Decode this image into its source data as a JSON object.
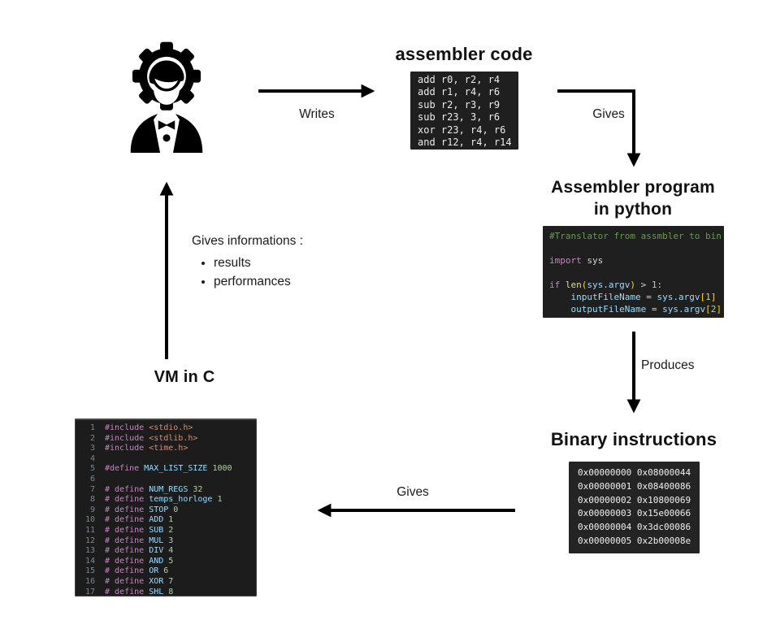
{
  "palette": {
    "comment": "#6A9955",
    "keyword": "#C586C0",
    "func": "#DCDCAA",
    "variable": "#9CDCFE",
    "number": "#B5CEA8",
    "string": "#CE9178",
    "plain": "#D4D4D4",
    "bracket": "#FFD700",
    "linenum": "#7d8590",
    "arrow": "#000000",
    "code_bg_dark": "#1f1f1f"
  },
  "nodes": {
    "developer": {
      "icon": "engineer-person-gear-icon"
    },
    "assembler_code": {
      "title": "assembler code",
      "lines": [
        "add r0, r2, r4",
        "add r1, r4, r6",
        "sub r2, r3, r9",
        "sub r23, 3, r6",
        "xor r23, r4, r6",
        "and r12, r4, r14"
      ]
    },
    "assembler_program": {
      "title": "Assembler program\nin python",
      "code": [
        {
          "toks": [
            [
              "#Translator from assmbler to bin",
              "comment"
            ]
          ]
        },
        {
          "toks": []
        },
        {
          "toks": [
            [
              "import",
              "keyword"
            ],
            [
              " sys",
              "plain"
            ]
          ]
        },
        {
          "toks": []
        },
        {
          "toks": [
            [
              "if",
              "keyword"
            ],
            [
              " ",
              "plain"
            ],
            [
              "len",
              "func"
            ],
            [
              "(",
              "bracket"
            ],
            [
              "sys.argv",
              "variable"
            ],
            [
              ")",
              "bracket"
            ],
            [
              " > ",
              "plain"
            ],
            [
              "1",
              "number"
            ],
            [
              ":",
              "plain"
            ]
          ]
        },
        {
          "toks": [
            [
              "    inputFileName",
              "variable"
            ],
            [
              " = ",
              "plain"
            ],
            [
              "sys.argv",
              "variable"
            ],
            [
              "[",
              "bracket"
            ],
            [
              "1",
              "number"
            ],
            [
              "]",
              "bracket"
            ]
          ]
        },
        {
          "toks": [
            [
              "    outputFileName",
              "variable"
            ],
            [
              " = ",
              "plain"
            ],
            [
              "sys.argv",
              "variable"
            ],
            [
              "[",
              "bracket"
            ],
            [
              "2",
              "number"
            ],
            [
              "]",
              "bracket"
            ]
          ]
        }
      ]
    },
    "binary_instructions": {
      "title": "Binary instructions",
      "lines": [
        "0x00000000 0x08000044",
        "0x00000001 0x08400086",
        "0x00000002 0x10800069",
        "0x00000003 0x15e00066",
        "0x00000004 0x3dc00086",
        "0x00000005 0x2b00008e"
      ]
    },
    "vm_in_c": {
      "title": "VM in C",
      "code": [
        {
          "n": "1",
          "toks": [
            [
              "#include ",
              "keyword"
            ],
            [
              "<stdio.h>",
              "string"
            ]
          ]
        },
        {
          "n": "2",
          "toks": [
            [
              "#include ",
              "keyword"
            ],
            [
              "<stdlib.h>",
              "string"
            ]
          ]
        },
        {
          "n": "3",
          "toks": [
            [
              "#include ",
              "keyword"
            ],
            [
              "<time.h>",
              "string"
            ]
          ]
        },
        {
          "n": "4",
          "toks": []
        },
        {
          "n": "5",
          "toks": [
            [
              "#define ",
              "keyword"
            ],
            [
              "MAX_LIST_SIZE ",
              "variable"
            ],
            [
              "1000",
              "number"
            ]
          ]
        },
        {
          "n": "6",
          "toks": []
        },
        {
          "n": "7",
          "toks": [
            [
              "# define ",
              "keyword"
            ],
            [
              "NUM_REGS ",
              "variable"
            ],
            [
              "32",
              "number"
            ]
          ]
        },
        {
          "n": "8",
          "toks": [
            [
              "# define ",
              "keyword"
            ],
            [
              "temps_horloge ",
              "variable"
            ],
            [
              "1",
              "number"
            ]
          ]
        },
        {
          "n": "9",
          "toks": [
            [
              "# define ",
              "keyword"
            ],
            [
              "STOP ",
              "variable"
            ],
            [
              "0",
              "number"
            ]
          ]
        },
        {
          "n": "10",
          "toks": [
            [
              "# define ",
              "keyword"
            ],
            [
              "ADD ",
              "variable"
            ],
            [
              "1",
              "number"
            ]
          ]
        },
        {
          "n": "11",
          "toks": [
            [
              "# define ",
              "keyword"
            ],
            [
              "SUB ",
              "variable"
            ],
            [
              "2",
              "number"
            ]
          ]
        },
        {
          "n": "12",
          "toks": [
            [
              "# define ",
              "keyword"
            ],
            [
              "MUL ",
              "variable"
            ],
            [
              "3",
              "number"
            ]
          ]
        },
        {
          "n": "13",
          "toks": [
            [
              "# define ",
              "keyword"
            ],
            [
              "DIV ",
              "variable"
            ],
            [
              "4",
              "number"
            ]
          ]
        },
        {
          "n": "14",
          "toks": [
            [
              "# define ",
              "keyword"
            ],
            [
              "AND ",
              "variable"
            ],
            [
              "5",
              "number"
            ]
          ]
        },
        {
          "n": "15",
          "toks": [
            [
              "# define ",
              "keyword"
            ],
            [
              "OR ",
              "variable"
            ],
            [
              "6",
              "number"
            ]
          ]
        },
        {
          "n": "16",
          "toks": [
            [
              "# define ",
              "keyword"
            ],
            [
              "XOR ",
              "variable"
            ],
            [
              "7",
              "number"
            ]
          ]
        },
        {
          "n": "17",
          "toks": [
            [
              "# define ",
              "keyword"
            ],
            [
              "SHL ",
              "variable"
            ],
            [
              "8",
              "number"
            ]
          ]
        }
      ]
    }
  },
  "edges": {
    "writes": {
      "label": "Writes"
    },
    "gives_to_python": {
      "label": "Gives"
    },
    "produces": {
      "label": "Produces"
    },
    "gives_to_vm": {
      "label": "Gives"
    },
    "feedback": {
      "label": "Gives informations :",
      "bullets": [
        "results",
        "performances"
      ]
    }
  }
}
